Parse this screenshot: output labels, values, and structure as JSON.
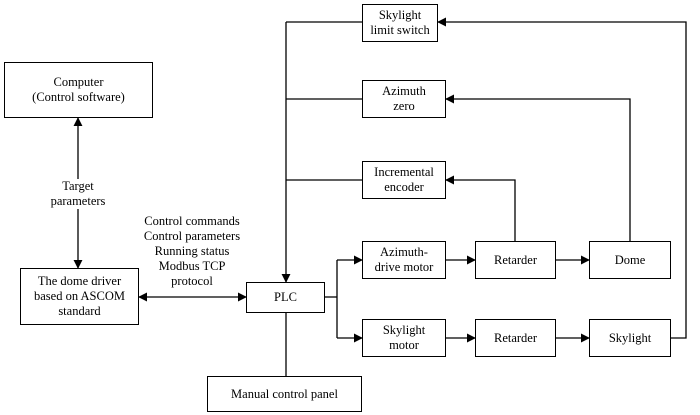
{
  "nodes": {
    "skylight_limit_switch": "Skylight\nlimit switch",
    "azimuth_zero": "Azimuth\nzero",
    "incremental_encoder": "Incremental\nencoder",
    "computer": "Computer\n(Control software)",
    "dome_driver": "The dome driver\nbased on ASCOM\nstandard",
    "plc": "PLC",
    "azimuth_drive_motor": "Azimuth-\ndrive motor",
    "retarder_azimuth": "Retarder",
    "dome": "Dome",
    "skylight_motor": "Skylight\nmotor",
    "retarder_skylight": "Retarder",
    "skylight": "Skylight",
    "manual_control_panel": "Manual control panel"
  },
  "labels": {
    "target_parameters": "Target\nparameters",
    "comm": "Control commands\nControl parameters\nRunning status\nModbus TCP\nprotocol"
  }
}
